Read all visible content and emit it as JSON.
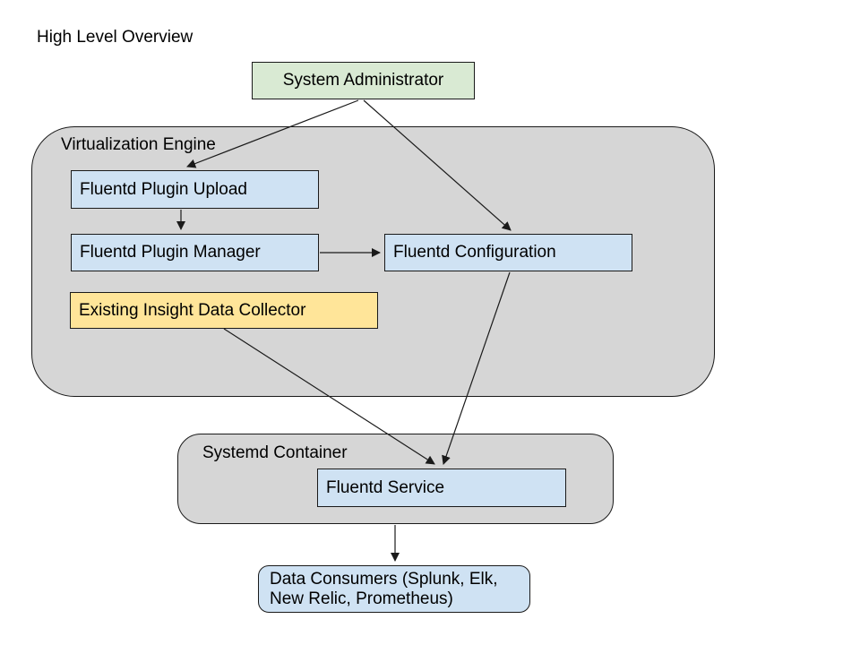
{
  "title": "High Level Overview",
  "colors": {
    "background": "#ffffff",
    "node_green": "#d9ead3",
    "node_blue": "#cfe2f3",
    "node_yellow": "#ffe599",
    "container_gray": "#d6d6d6",
    "border": "#1a1a1a",
    "text": "#000000"
  },
  "containers": {
    "virtualization_engine": {
      "label": "Virtualization Engine"
    },
    "systemd_container": {
      "label": "Systemd Container"
    }
  },
  "nodes": {
    "system_administrator": {
      "label": "System Administrator"
    },
    "fluentd_plugin_upload": {
      "label": "Fluentd Plugin Upload"
    },
    "fluentd_plugin_manager": {
      "label": "Fluentd Plugin Manager"
    },
    "fluentd_configuration": {
      "label": "Fluentd Configuration"
    },
    "existing_insight_data_collector": {
      "label": "Existing Insight Data Collector"
    },
    "fluentd_service": {
      "label": "Fluentd Service"
    },
    "data_consumers": {
      "lines": [
        "Data Consumers (Splunk, Elk,",
        "New Relic, Prometheus)"
      ]
    }
  },
  "edges": [
    {
      "from": "system_administrator",
      "to": "fluentd_plugin_upload"
    },
    {
      "from": "system_administrator",
      "to": "fluentd_configuration"
    },
    {
      "from": "fluentd_plugin_upload",
      "to": "fluentd_plugin_manager"
    },
    {
      "from": "fluentd_plugin_manager",
      "to": "fluentd_configuration"
    },
    {
      "from": "existing_insight_data_collector",
      "to": "fluentd_service"
    },
    {
      "from": "fluentd_configuration",
      "to": "fluentd_service"
    },
    {
      "from": "fluentd_service",
      "to": "data_consumers"
    }
  ]
}
